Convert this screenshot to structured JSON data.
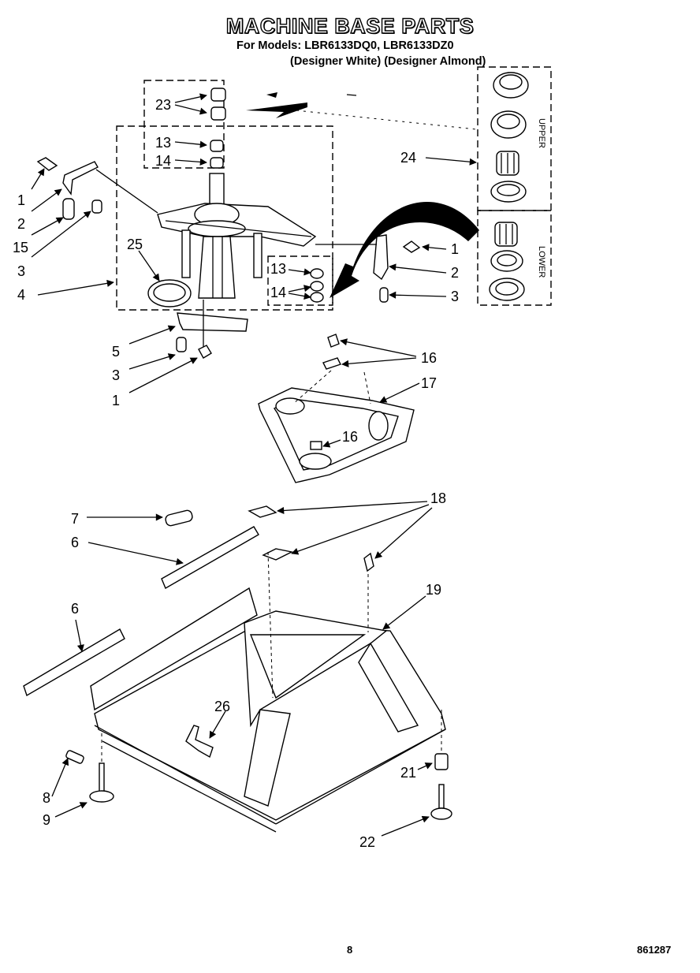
{
  "header": {
    "title": "MACHINE BASE PARTS",
    "models_line": "For Models: LBR6133DQ0, LBR6133DZ0",
    "colors_line": "(Designer White) (Designer Almond)"
  },
  "footer": {
    "page_number": "8",
    "doc_number": "861287"
  },
  "labels": {
    "upper": "UPPER",
    "lower": "LOWER"
  },
  "callouts": [
    "23",
    "13",
    "14",
    "24",
    "1",
    "2",
    "15",
    "3",
    "25",
    "4",
    "1",
    "2",
    "13",
    "14",
    "3",
    "5",
    "3",
    "1",
    "16",
    "17",
    "16",
    "7",
    "18",
    "6",
    "19",
    "6",
    "26",
    "21",
    "8",
    "9",
    "22"
  ]
}
